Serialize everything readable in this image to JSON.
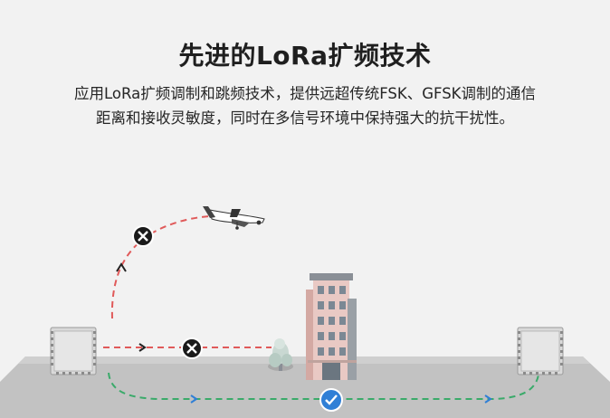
{
  "header": {
    "title": "先进的LoRa扩频技术",
    "description_line1": "应用LoRa扩频调制和跳频技术，提供远超传统FSK、GFSK调制的通信",
    "description_line2": "距离和接收灵敏度，同时在多信号环境中保持强大的抗干扰性。"
  },
  "scene": {
    "icons": {
      "fail": "x-icon",
      "success": "check-icon",
      "airplane": "airplane-icon",
      "building": "building-icon",
      "tree": "tree-icon",
      "module": "lora-module-icon"
    },
    "colors": {
      "fail_path": "#e05a5a",
      "success_path": "#3aaa6a",
      "arrow_blue": "#2f7fd6",
      "check_badge": "#2f7fd6",
      "ground": "#bfbfbf",
      "building": "#e9c9c4"
    }
  }
}
